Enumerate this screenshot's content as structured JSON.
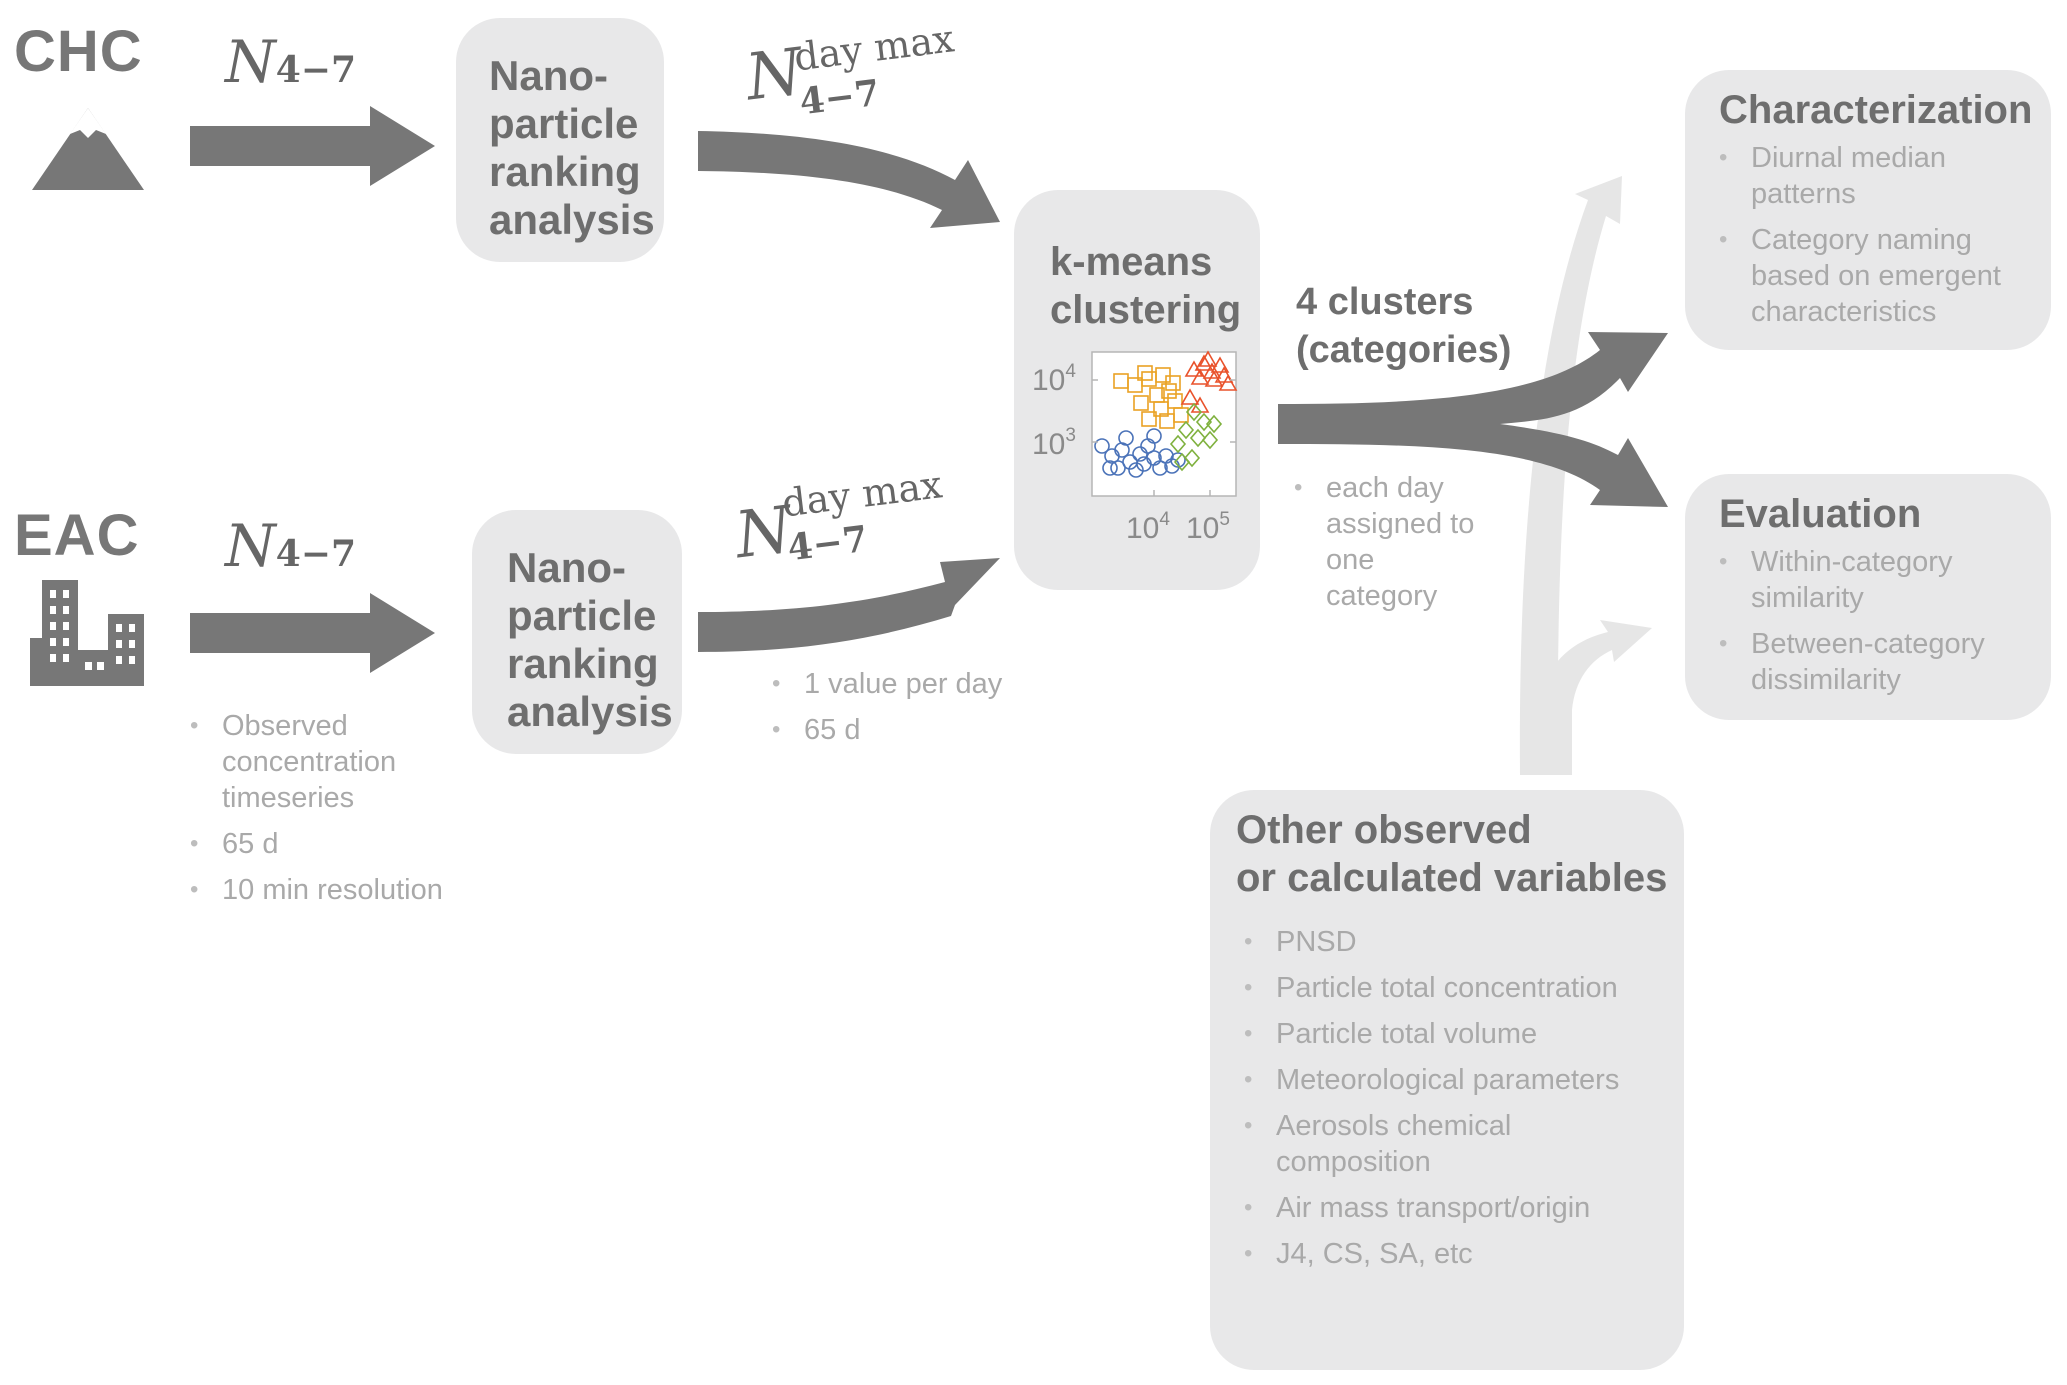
{
  "sites": {
    "chc": {
      "label": "CHC",
      "icon": "mountain-icon"
    },
    "eac": {
      "label": "EAC",
      "icon": "city-icon"
    }
  },
  "input_arrow_label": {
    "base": "N",
    "sub": "4−7"
  },
  "daymax_arrow_label": {
    "base": "N",
    "sub": "4−7",
    "sup": "day max"
  },
  "ranking_box": {
    "title_lines": [
      "Nano-",
      "particle",
      "ranking",
      "analysis"
    ]
  },
  "eac_input_notes": [
    "Observed concentration timeseries",
    "65 d",
    "10 min resolution"
  ],
  "daymax_notes": [
    "1 value per day",
    "65 d"
  ],
  "kmeans": {
    "title_lines": [
      "k-means",
      "clustering"
    ],
    "y_ticks": [
      {
        "base": "10",
        "exp": "4"
      },
      {
        "base": "10",
        "exp": "3"
      }
    ],
    "x_ticks": [
      {
        "base": "10",
        "exp": "4"
      },
      {
        "base": "10",
        "exp": "5"
      }
    ]
  },
  "clusters_label": {
    "lines": [
      "4 clusters",
      "(categories)"
    ]
  },
  "clusters_notes": [
    "each day assigned to one category"
  ],
  "characterization": {
    "title": "Characterization",
    "items": [
      "Diurnal median patterns",
      "Category naming based on emergent characteristics"
    ]
  },
  "evaluation": {
    "title": "Evaluation",
    "items": [
      "Within-category similarity",
      "Between-category dissimilarity"
    ]
  },
  "other_vars": {
    "title_lines": [
      "Other observed",
      "or calculated variables"
    ],
    "items": [
      "PNSD",
      "Particle total concentration",
      "Particle total volume",
      "Meteorological parameters",
      "Aerosols chemical composition",
      "Air mass transport/origin",
      "J4, CS, SA, etc"
    ]
  },
  "colors": {
    "arrow": "#777777",
    "arrow_light": "#e6e6e6",
    "box": "#e8e8e9",
    "cluster_blue": "#4a72b8",
    "cluster_orange": "#eaa224",
    "cluster_red": "#e9522b",
    "cluster_green": "#7fb13e"
  }
}
